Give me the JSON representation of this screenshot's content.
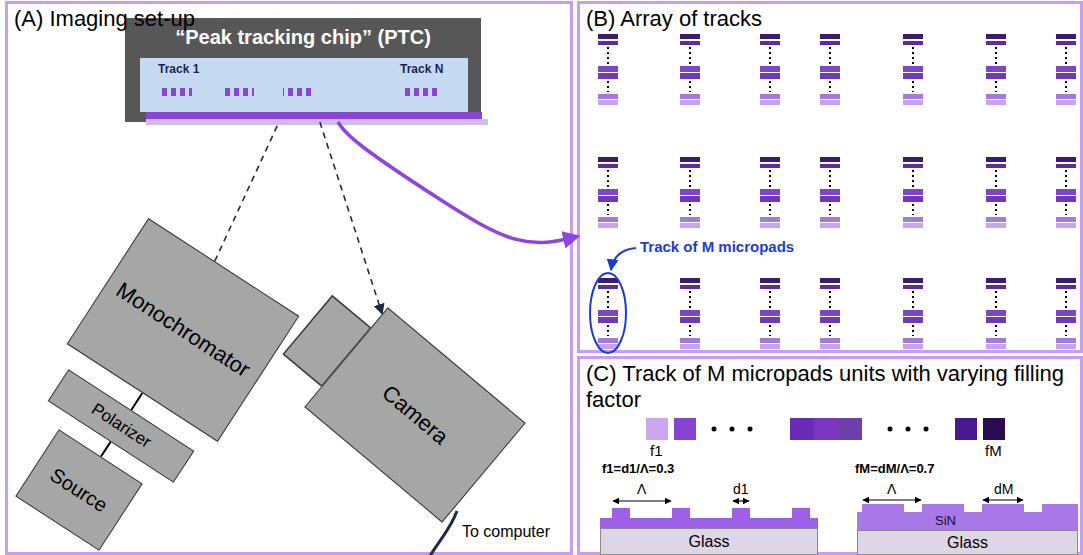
{
  "diagram": {
    "nodes": [
      {
        "text": [
          "(A) Imaging set-up"
        ]
      },
      {
        "text": [
          "“Peak tracking chip” (PTC)",
          "Track 1",
          "Track N"
        ],
        "in": 0
      },
      {
        "text": [
          "Monochromator"
        ],
        "in": 0
      },
      {
        "text": [
          "Polarizer"
        ],
        "in": 0
      },
      {
        "text": [
          "Source"
        ],
        "in": 0
      },
      {
        "text": [
          "Camera"
        ],
        "in": 0
      },
      {
        "text": [
          "(B) Array of tracks"
        ]
      },
      {
        "text": [
          "(C) Track of M micropads units with varying filling factor"
        ]
      },
      {
        "text": [
          "Glass"
        ],
        "in": 7
      },
      {
        "text": [
          "Glass"
        ],
        "in": 7
      }
    ],
    "edges": [
      {
        "from": 2,
        "to": 1,
        "arrow": "none"
      },
      {
        "from": 1,
        "to": 5,
        "arrow": "to"
      },
      {
        "from": 1,
        "to": 6,
        "arrow": "to"
      },
      {
        "from": 4,
        "to": 3,
        "arrow": "none"
      },
      {
        "from": 3,
        "to": 2,
        "arrow": "none"
      }
    ],
    "labels": [
      "To computer",
      "Track of M micropads",
      "f1",
      "fM",
      "f1=d1/Λ=0.3",
      "Λ",
      "d1",
      "fM=dM/Λ=0.7",
      "Λ",
      "dM",
      "SiN"
    ]
  }
}
